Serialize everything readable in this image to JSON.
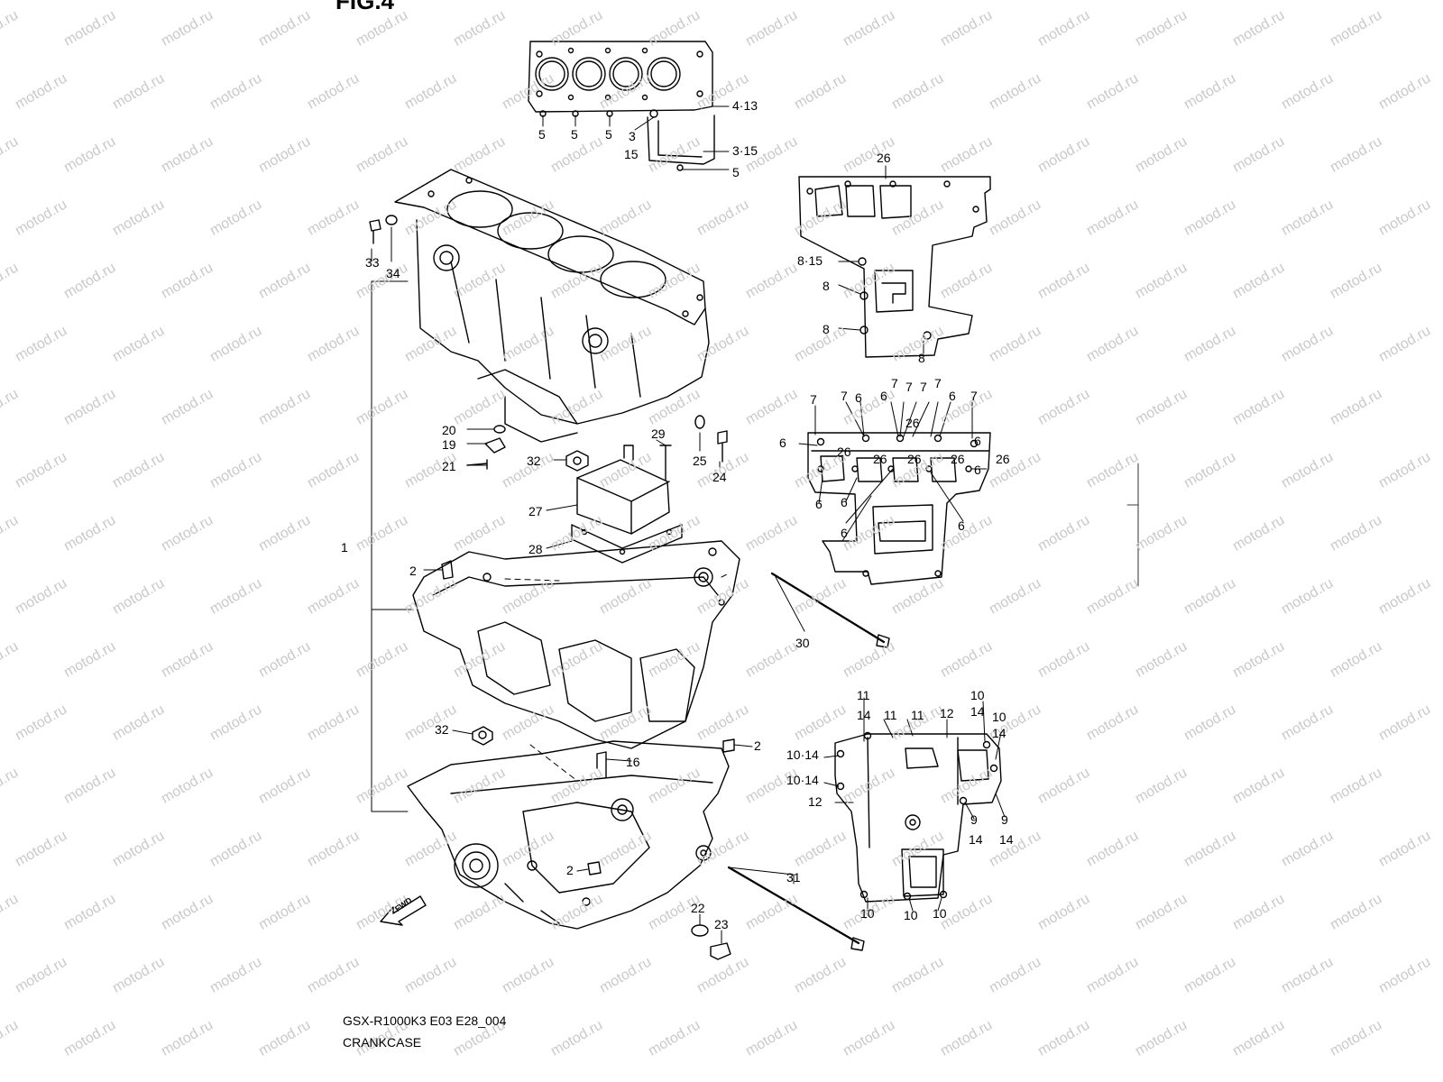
{
  "figure_heading": "FIG.4",
  "model_code": "GSX-R1000K3 E03 E28_004",
  "section_title": "CRANKCASE",
  "direction_marker": "FWD",
  "watermark_text": "motod.ru",
  "colors": {
    "line": "#000000",
    "watermark": "#c9c9c9",
    "background": "#ffffff"
  },
  "callouts": [
    {
      "id": "c01",
      "text": "4·13"
    },
    {
      "id": "c02",
      "text": "5"
    },
    {
      "id": "c03",
      "text": "5"
    },
    {
      "id": "c04",
      "text": "5"
    },
    {
      "id": "c05",
      "text": "3"
    },
    {
      "id": "c06",
      "text": "15"
    },
    {
      "id": "c07",
      "text": "3·15"
    },
    {
      "id": "c08",
      "text": "5"
    },
    {
      "id": "c09",
      "text": "33"
    },
    {
      "id": "c10",
      "text": "34"
    },
    {
      "id": "c11",
      "text": "1"
    },
    {
      "id": "c12",
      "text": "20"
    },
    {
      "id": "c13",
      "text": "19"
    },
    {
      "id": "c14",
      "text": "21"
    },
    {
      "id": "c15",
      "text": "32"
    },
    {
      "id": "c16",
      "text": "29"
    },
    {
      "id": "c17",
      "text": "25"
    },
    {
      "id": "c18",
      "text": "24"
    },
    {
      "id": "c19",
      "text": "27"
    },
    {
      "id": "c20",
      "text": "28"
    },
    {
      "id": "c21",
      "text": "2"
    },
    {
      "id": "c22",
      "text": "30"
    },
    {
      "id": "c23",
      "text": "32"
    },
    {
      "id": "c24",
      "text": "2"
    },
    {
      "id": "c25",
      "text": "16"
    },
    {
      "id": "c26",
      "text": "2"
    },
    {
      "id": "c27",
      "text": "31"
    },
    {
      "id": "c28",
      "text": "22"
    },
    {
      "id": "c29",
      "text": "23"
    },
    {
      "id": "c30",
      "text": "26"
    },
    {
      "id": "c31",
      "text": "8·15"
    },
    {
      "id": "c32",
      "text": "8"
    },
    {
      "id": "c33",
      "text": "8"
    },
    {
      "id": "c34",
      "text": "8"
    },
    {
      "id": "c35",
      "text": "7"
    },
    {
      "id": "c36",
      "text": "7"
    },
    {
      "id": "c37",
      "text": "6"
    },
    {
      "id": "c38",
      "text": "6"
    },
    {
      "id": "c39",
      "text": "7"
    },
    {
      "id": "c40",
      "text": "7"
    },
    {
      "id": "c41",
      "text": "7"
    },
    {
      "id": "c42",
      "text": "7"
    },
    {
      "id": "c43",
      "text": "6"
    },
    {
      "id": "c44",
      "text": "7"
    },
    {
      "id": "c45",
      "text": "26"
    },
    {
      "id": "c46",
      "text": "6"
    },
    {
      "id": "c47",
      "text": "6"
    },
    {
      "id": "c48",
      "text": "26"
    },
    {
      "id": "c49",
      "text": "26"
    },
    {
      "id": "c50",
      "text": "26"
    },
    {
      "id": "c51",
      "text": "26"
    },
    {
      "id": "c52",
      "text": "26"
    },
    {
      "id": "c53",
      "text": "6"
    },
    {
      "id": "c54",
      "text": "6"
    },
    {
      "id": "c55",
      "text": "6"
    },
    {
      "id": "c56",
      "text": "6"
    },
    {
      "id": "c57",
      "text": "6"
    },
    {
      "id": "c58",
      "text": "11"
    },
    {
      "id": "c59",
      "text": "14"
    },
    {
      "id": "c60",
      "text": "11"
    },
    {
      "id": "c61",
      "text": "11"
    },
    {
      "id": "c62",
      "text": "12"
    },
    {
      "id": "c63",
      "text": "10"
    },
    {
      "id": "c64",
      "text": "14"
    },
    {
      "id": "c65",
      "text": "10"
    },
    {
      "id": "c66",
      "text": "14"
    },
    {
      "id": "c67",
      "text": "10·14"
    },
    {
      "id": "c68",
      "text": "10·14"
    },
    {
      "id": "c69",
      "text": "12"
    },
    {
      "id": "c70",
      "text": "9"
    },
    {
      "id": "c71",
      "text": "14"
    },
    {
      "id": "c72",
      "text": "9"
    },
    {
      "id": "c73",
      "text": "14"
    },
    {
      "id": "c74",
      "text": "10"
    },
    {
      "id": "c75",
      "text": "10"
    },
    {
      "id": "c76",
      "text": "10"
    }
  ]
}
